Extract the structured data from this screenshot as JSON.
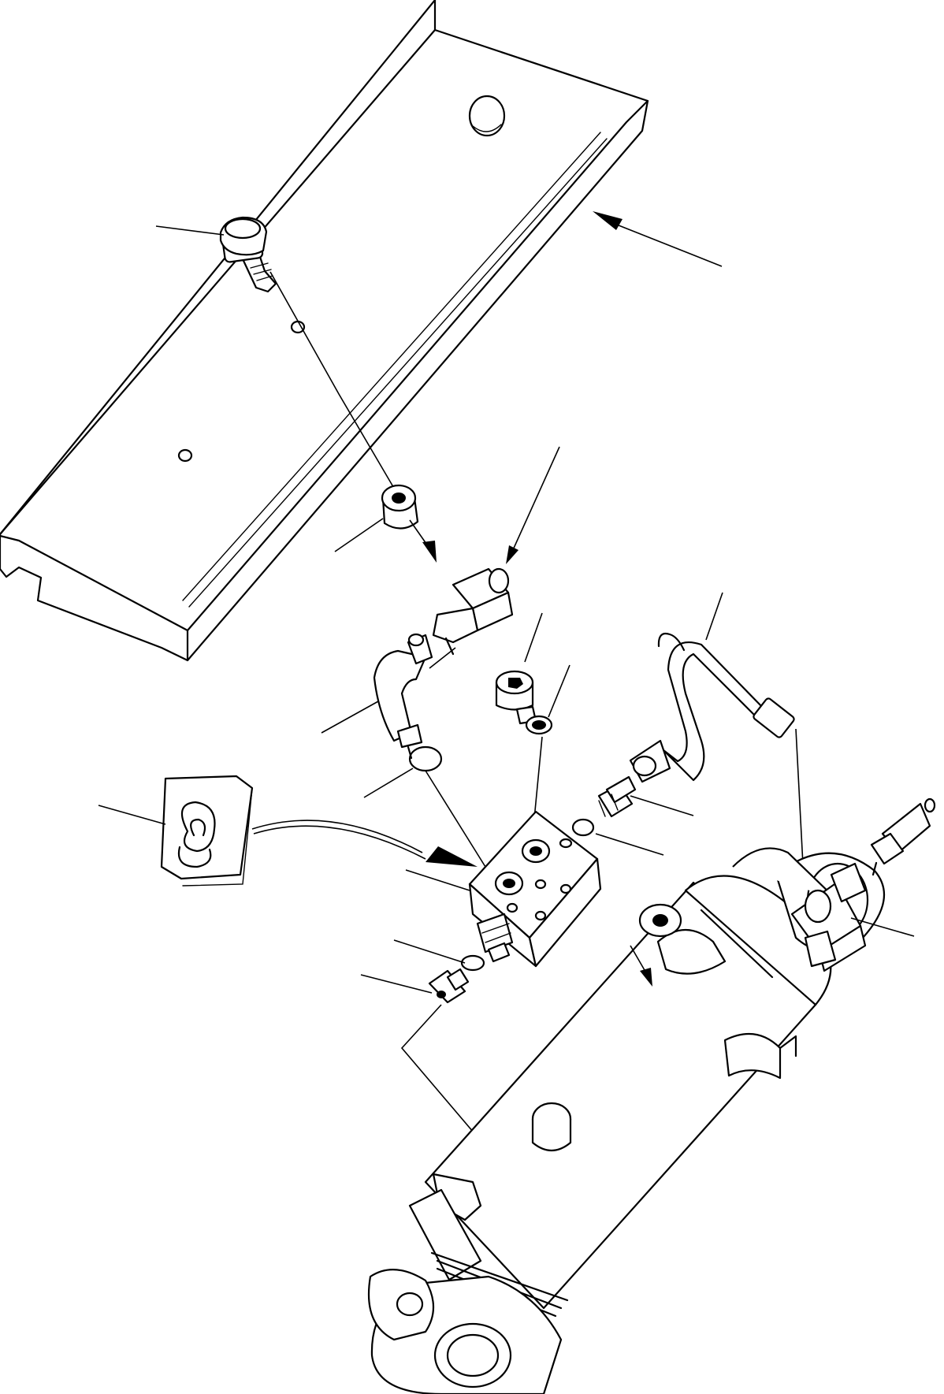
{
  "figure": {
    "callout_labels": []
  },
  "parts": [
    {
      "id": "guard-plate",
      "icon": "guard-plate-icon"
    },
    {
      "id": "mounting-bolt",
      "icon": "bolt-icon"
    },
    {
      "id": "spacer",
      "icon": "spacer-icon"
    },
    {
      "id": "straight-fitting-top",
      "icon": "fitting-icon"
    },
    {
      "id": "elbow-fitting",
      "icon": "elbow-icon"
    },
    {
      "id": "o-ring-upper",
      "icon": "o-ring-icon"
    },
    {
      "id": "socket-head-screw",
      "icon": "screw-icon"
    },
    {
      "id": "washer",
      "icon": "washer-icon"
    },
    {
      "id": "hydraulic-tube",
      "icon": "tube-icon"
    },
    {
      "id": "adapter-right",
      "icon": "adapter-icon"
    },
    {
      "id": "o-ring-right",
      "icon": "o-ring-icon"
    },
    {
      "id": "valve-block",
      "icon": "valve-block-icon"
    },
    {
      "id": "adapter-left",
      "icon": "adapter-icon"
    },
    {
      "id": "o-ring-lower",
      "icon": "o-ring-icon"
    },
    {
      "id": "nut-fitting",
      "icon": "nut-icon"
    },
    {
      "id": "sealant-tube",
      "icon": "sealant-icon"
    },
    {
      "id": "hydraulic-cylinder",
      "icon": "cylinder-icon"
    },
    {
      "id": "tee-fitting",
      "icon": "tee-fitting-icon"
    },
    {
      "id": "straight-fitting-right",
      "icon": "fitting-icon"
    }
  ]
}
